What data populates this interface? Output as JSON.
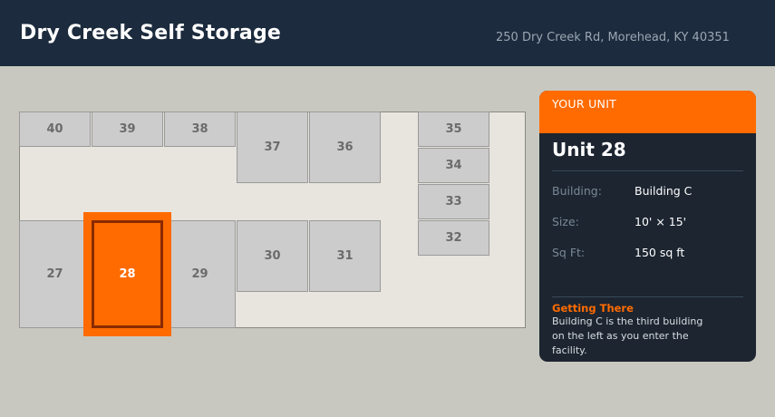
{
  "header": {
    "title": "Dry Creek Self Storage",
    "address": "250 Dry Creek Rd, Morehead, KY 40351"
  },
  "map": {
    "selected_unit": "28",
    "colors": {
      "selected": "#ff6b00",
      "selected_border": "#8a2a00",
      "unit": "#cccccc",
      "ground": "#e8e4de"
    },
    "units": {
      "u40": "40",
      "u39": "39",
      "u38": "38",
      "u37": "37",
      "u36": "36",
      "u35": "35",
      "u34": "34",
      "u33": "33",
      "u32": "32",
      "u27": "27",
      "u28": "28",
      "u29": "29",
      "u30": "30",
      "u31": "31"
    }
  },
  "panel": {
    "label": "YOUR UNIT",
    "unit_name": "Unit 28",
    "details": [
      {
        "key": "Building:",
        "value": "Building C"
      },
      {
        "key": "Size:",
        "value": "10' × 15'"
      },
      {
        "key": "Sq Ft:",
        "value": "150 sq ft"
      }
    ],
    "directions_title": "Getting There",
    "directions_text": "Building C is the third building on the left as you enter the facility."
  }
}
